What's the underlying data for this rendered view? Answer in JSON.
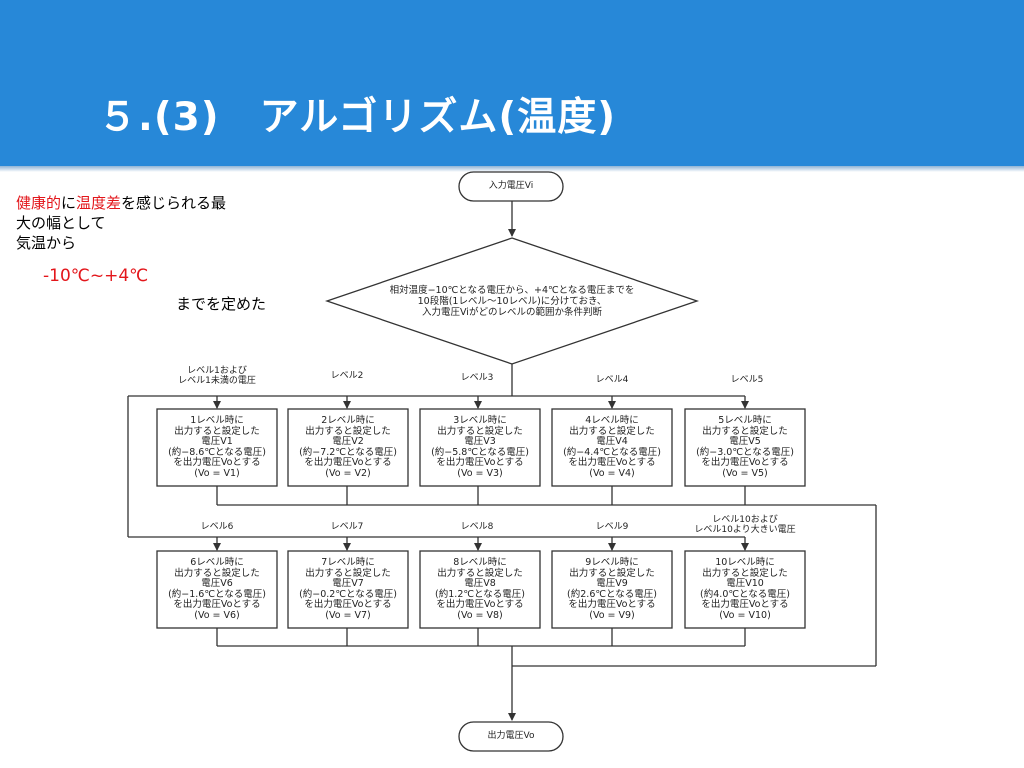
{
  "slide": {
    "title": "５.(3)　アルゴリズム(温度)"
  },
  "notes": {
    "line1_red1": "健康的",
    "line1_black1": "に",
    "line1_red2": "温度差",
    "line1_black2": "を感じられる最",
    "line2": "大の幅として",
    "line3": "気温から",
    "range": "-10℃~+4℃",
    "line5": "までを定めた"
  },
  "flowchart": {
    "start": "入力電圧Vi",
    "decision": "相対温度−10℃となる電圧から、+4℃となる電圧までを\n10段階(1レベル〜10レベル)に分けておき、\n入力電圧Viがどのレベルの範囲か条件判断",
    "end": "出力電圧Vo",
    "row1_labels": [
      "レベル1および\nレベル1未満の電圧",
      "レベル2",
      "レベル3",
      "レベル4",
      "レベル5"
    ],
    "row2_labels": [
      "レベル6",
      "レベル7",
      "レベル8",
      "レベル9",
      "レベル10および\nレベル10より大きい電圧"
    ],
    "row1_boxes": [
      "1レベル時に\n出力すると設定した\n電圧V1\n(約−8.6℃となる電圧)\nを出力電圧Voとする\n(Vo = V1)",
      "2レベル時に\n出力すると設定した\n電圧V2\n(約−7.2℃となる電圧)\nを出力電圧Voとする\n(Vo = V2)",
      "3レベル時に\n出力すると設定した\n電圧V3\n(約−5.8℃となる電圧)\nを出力電圧Voとする\n(Vo = V3)",
      "4レベル時に\n出力すると設定した\n電圧V4\n(約−4.4℃となる電圧)\nを出力電圧Voとする\n(Vo = V4)",
      "5レベル時に\n出力すると設定した\n電圧V5\n(約−3.0℃となる電圧)\nを出力電圧Voとする\n(Vo = V5)"
    ],
    "row2_boxes": [
      "6レベル時に\n出力すると設定した\n電圧V6\n(約−1.6℃となる電圧)\nを出力電圧Voとする\n(Vo = V6)",
      "7レベル時に\n出力すると設定した\n電圧V7\n(約−0.2℃となる電圧)\nを出力電圧Voとする\n(Vo = V7)",
      "8レベル時に\n出力すると設定した\n電圧V8\n(約1.2℃となる電圧)\nを出力電圧Voとする\n(Vo = V8)",
      "9レベル時に\n出力すると設定した\n電圧V9\n(約2.6℃となる電圧)\nを出力電圧Voとする\n(Vo = V9)",
      "10レベル時に\n出力すると設定した\n電圧V10\n(約4.0℃となる電圧)\nを出力電圧Voとする\n(Vo = V10)"
    ]
  },
  "colors": {
    "header_bg": "#2788d8",
    "title_text": "#ffffff",
    "accent_red": "#e3161b",
    "line": "#333333"
  }
}
